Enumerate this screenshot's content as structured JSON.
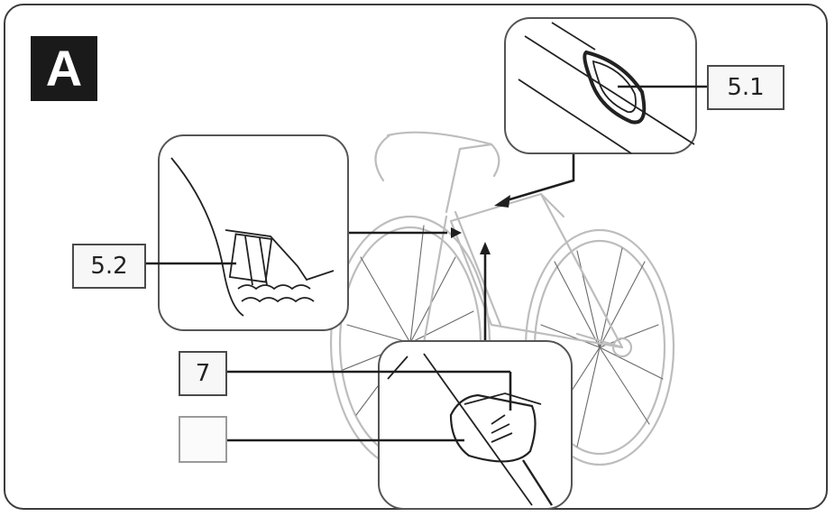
{
  "figure": {
    "label": "A",
    "callouts": {
      "c51": "5.1",
      "c52": "5.2",
      "c7": "7",
      "blank": ""
    }
  },
  "colors": {
    "line": "#2a2a2a",
    "bike": "#bdbdbd",
    "box_fill": "#f7f7f7",
    "label_bg": "#1a1a1a"
  }
}
